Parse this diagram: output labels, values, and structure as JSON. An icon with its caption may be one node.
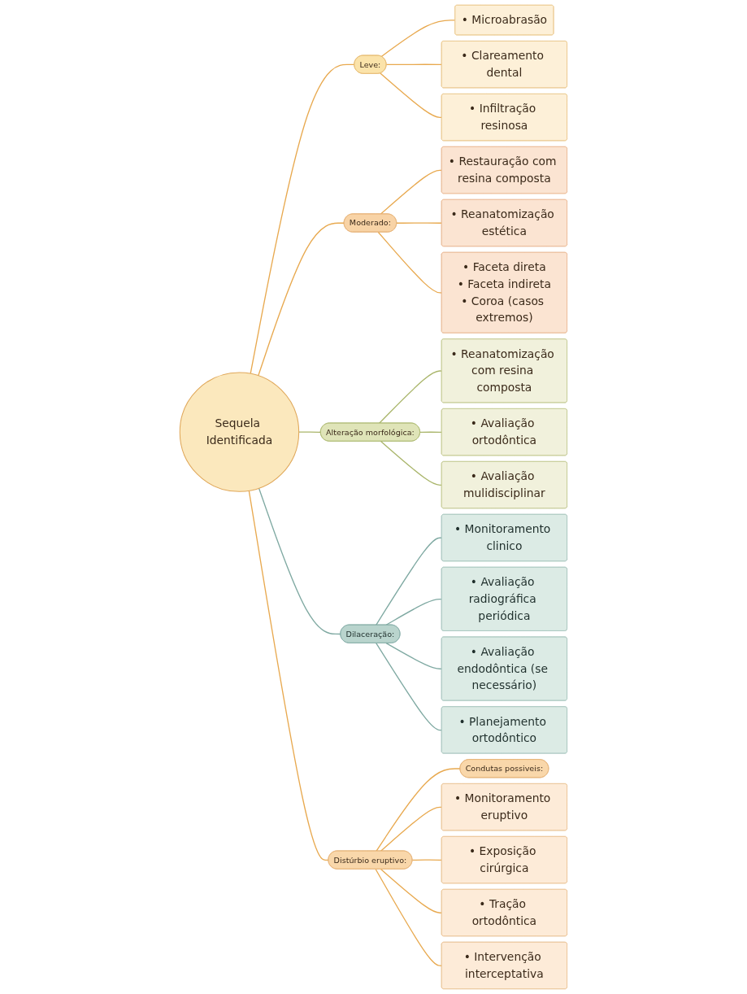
{
  "diagram": {
    "nodes": [
      {
        "text": [
          "Sequela Identificada"
        ]
      },
      {
        "text": [
          "Leve:"
        ]
      },
      {
        "text": [
          "• Microabrasão"
        ]
      },
      {
        "text": [
          "• Clareamento dental"
        ]
      },
      {
        "text": [
          "• Infiltração resinosa"
        ]
      },
      {
        "text": [
          "Moderado:"
        ]
      },
      {
        "text": [
          "• Restauração com resina composta"
        ]
      },
      {
        "text": [
          "• Reanatomização estética"
        ]
      },
      {
        "text": [
          "• Faceta direta",
          "• Faceta indireta",
          "• Coroa (casos extremos)"
        ]
      },
      {
        "text": [
          "Alteração morfológica:"
        ]
      },
      {
        "text": [
          "• Reanatomização com resina composta"
        ]
      },
      {
        "text": [
          "• Avaliação ortodôntica"
        ]
      },
      {
        "text": [
          "• Avaliação mulidisciplinar"
        ]
      },
      {
        "text": [
          "Dilaceração:"
        ]
      },
      {
        "text": [
          "• Monitoramento clinico"
        ]
      },
      {
        "text": [
          "• Avaliação radiográfica periódica"
        ]
      },
      {
        "text": [
          "• Avaliação endodôntica (se necessário)"
        ]
      },
      {
        "text": [
          "• Planejamento ortodôntico"
        ]
      },
      {
        "text": [
          "Distúrbio eruptivo:"
        ]
      },
      {
        "text": [
          "Condutas possiveis:"
        ]
      },
      {
        "text": [
          "• Monitoramento eruptivo"
        ]
      },
      {
        "text": [
          "• Exposição cirúrgica"
        ]
      },
      {
        "text": [
          "• Tração ortodôntica"
        ]
      },
      {
        "text": [
          "• Intervenção interceptativa"
        ]
      }
    ],
    "edges": [
      {
        "from": 0,
        "to": 1,
        "arrow": "none"
      },
      {
        "from": 1,
        "to": 2,
        "arrow": "none"
      },
      {
        "from": 1,
        "to": 3,
        "arrow": "none"
      },
      {
        "from": 1,
        "to": 4,
        "arrow": "none"
      },
      {
        "from": 0,
        "to": 5,
        "arrow": "none"
      },
      {
        "from": 5,
        "to": 6,
        "arrow": "none"
      },
      {
        "from": 5,
        "to": 7,
        "arrow": "none"
      },
      {
        "from": 5,
        "to": 8,
        "arrow": "none"
      },
      {
        "from": 0,
        "to": 9,
        "arrow": "none",
        "color": "#a9b56a"
      },
      {
        "from": 9,
        "to": 10,
        "arrow": "none",
        "color": "#a9b56a"
      },
      {
        "from": 9,
        "to": 11,
        "arrow": "none",
        "color": "#a9b56a"
      },
      {
        "from": 9,
        "to": 12,
        "arrow": "none",
        "color": "#a9b56a"
      },
      {
        "from": 0,
        "to": 13,
        "arrow": "none",
        "color": "#7fa9a2"
      },
      {
        "from": 13,
        "to": 14,
        "arrow": "none",
        "color": "#7fa9a2"
      },
      {
        "from": 13,
        "to": 15,
        "arrow": "none",
        "color": "#7fa9a2"
      },
      {
        "from": 13,
        "to": 16,
        "arrow": "none",
        "color": "#7fa9a2"
      },
      {
        "from": 13,
        "to": 17,
        "arrow": "none",
        "color": "#7fa9a2"
      },
      {
        "from": 0,
        "to": 18,
        "arrow": "none"
      },
      {
        "from": 18,
        "to": 19,
        "arrow": "none"
      },
      {
        "from": 18,
        "to": 20,
        "arrow": "none"
      },
      {
        "from": 18,
        "to": 21,
        "arrow": "none"
      },
      {
        "from": 18,
        "to": 22,
        "arrow": "none"
      },
      {
        "from": 18,
        "to": 23,
        "arrow": "none"
      }
    ]
  }
}
